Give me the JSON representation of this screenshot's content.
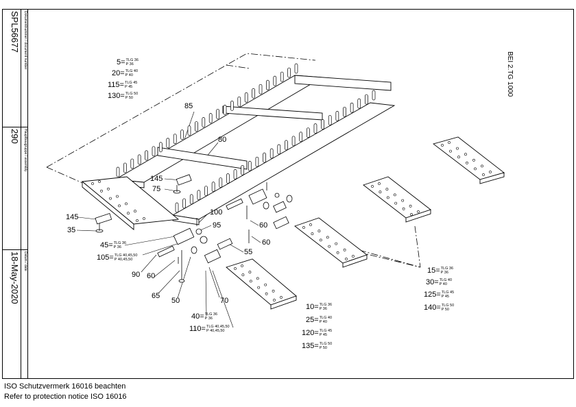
{
  "sidebar": {
    "doc_caption": "Dokumentnummer / document number",
    "doc_number": "SPL56677",
    "assembly_caption": "Hauptbaugruppe / assembly",
    "assembly_number": "290",
    "date_caption": "Datum / date",
    "date": "18-May-2020"
  },
  "drawing_title": "BEI 2.TG 1000",
  "legends": {
    "top_left": [
      {
        "num": "5=",
        "l1": "TLG 36",
        "l2": "P 36"
      },
      {
        "num": "20=",
        "l1": "TLG 40",
        "l2": "P 40"
      },
      {
        "num": "115=",
        "l1": "TLG 45",
        "l2": "P 45"
      },
      {
        "num": "130=",
        "l1": "TLG 50",
        "l2": "P 50"
      }
    ],
    "right": [
      {
        "num": "15=",
        "l1": "TLG 36",
        "l2": "P 36"
      },
      {
        "num": "30=",
        "l1": "TLG 40",
        "l2": "P 40"
      },
      {
        "num": "125=",
        "l1": "TLG 45",
        "l2": "P 45"
      },
      {
        "num": "140=",
        "l1": "TLG 50",
        "l2": "P 50"
      }
    ],
    "bottom": [
      {
        "num": "10=",
        "l1": "TLG 36",
        "l2": "P 36"
      },
      {
        "num": "25=",
        "l1": "TLG 40",
        "l2": "P 40"
      },
      {
        "num": "120=",
        "l1": "TLG 45",
        "l2": "P 45"
      },
      {
        "num": "135=",
        "l1": "TLG 50",
        "l2": "P 50"
      }
    ],
    "left_45": {
      "num": "45=",
      "l1": "TLG 36",
      "l2": "P 36"
    },
    "left_105": {
      "num": "105=",
      "l1": "TLG 40,45,50",
      "l2": "P 40,45,50"
    },
    "bottom_40": {
      "num": "40=",
      "l1": "TLG 36",
      "l2": "P 36"
    },
    "bottom_110": {
      "num": "110=",
      "l1": "TLG 40,45,50",
      "l2": "P 40,45,50"
    }
  },
  "callouts": {
    "c85": "85",
    "c80": "80",
    "c145a": "145",
    "c75": "75",
    "c145b": "145",
    "c35": "35",
    "c100": "100",
    "c95": "95",
    "c60a": "60",
    "c60b": "60",
    "c55": "55",
    "c90": "90",
    "c60c": "60",
    "c65": "65",
    "c50": "50",
    "c70": "70"
  },
  "notice": {
    "de": "ISO Schutzvermerk 16016 beachten",
    "en": "Refer to protection notice ISO 16016"
  }
}
